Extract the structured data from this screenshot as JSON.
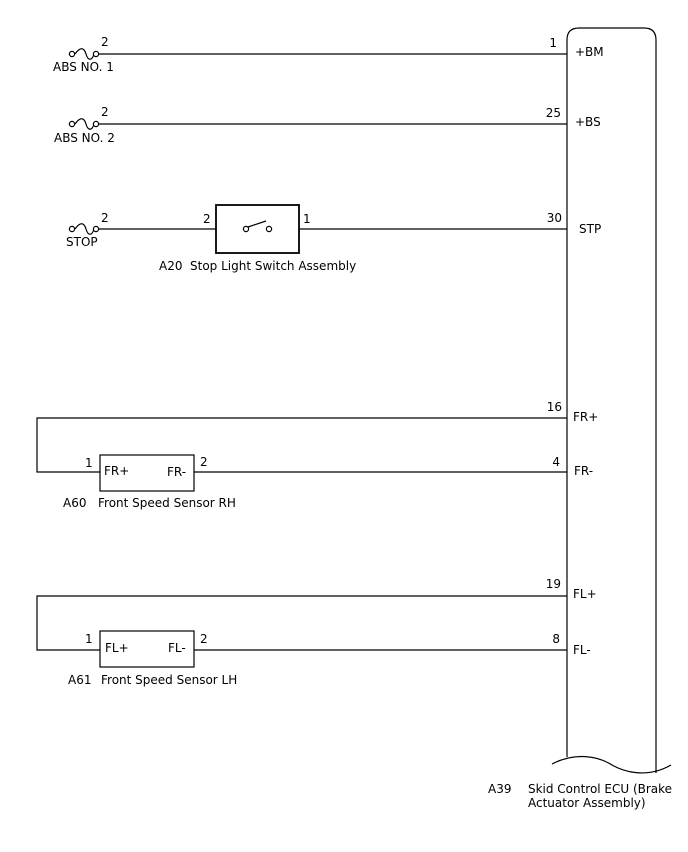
{
  "fuses": {
    "abs1": {
      "label": "ABS NO. 1",
      "pin": "2"
    },
    "abs2": {
      "label": "ABS NO. 2",
      "pin": "2"
    },
    "stop": {
      "label": "STOP",
      "pin": "2"
    }
  },
  "stop_switch": {
    "code": "A20",
    "name": "Stop Light Switch Assembly",
    "pin_left": "2",
    "pin_right": "1"
  },
  "sensor_rh": {
    "code": "A60",
    "name": "Front Speed Sensor RH",
    "term_plus": "FR+",
    "term_minus": "FR-",
    "pin_left": "1",
    "pin_right": "2"
  },
  "sensor_lh": {
    "code": "A61",
    "name": "Front Speed Sensor LH",
    "term_plus": "FL+",
    "term_minus": "FL-",
    "pin_left": "1",
    "pin_right": "2"
  },
  "ecu": {
    "code": "A39",
    "name_line1": "Skid Control ECU (Brake",
    "name_line2": "Actuator Assembly)",
    "pins": [
      {
        "num": "1",
        "name": "+BM"
      },
      {
        "num": "25",
        "name": "+BS"
      },
      {
        "num": "30",
        "name": "STP"
      },
      {
        "num": "16",
        "name": "FR+"
      },
      {
        "num": "4",
        "name": "FR-"
      },
      {
        "num": "19",
        "name": "FL+"
      },
      {
        "num": "8",
        "name": "FL-"
      }
    ]
  }
}
